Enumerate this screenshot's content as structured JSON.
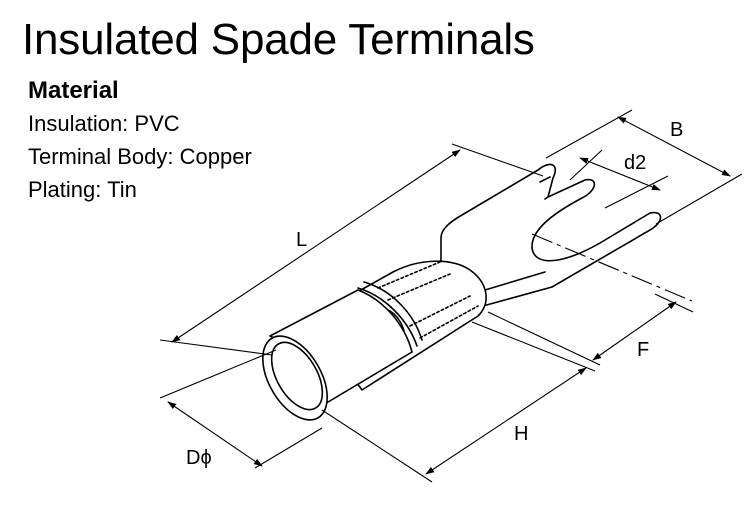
{
  "title": "Insulated Spade Terminals",
  "material": {
    "heading": "Material",
    "specs": [
      "Insulation: PVC",
      "Terminal Body: Copper",
      "Plating: Tin"
    ]
  },
  "dimensions": {
    "L": "L",
    "B": "B",
    "d2": "d2",
    "F": "F",
    "H": "H",
    "D": "Dϕ"
  }
}
